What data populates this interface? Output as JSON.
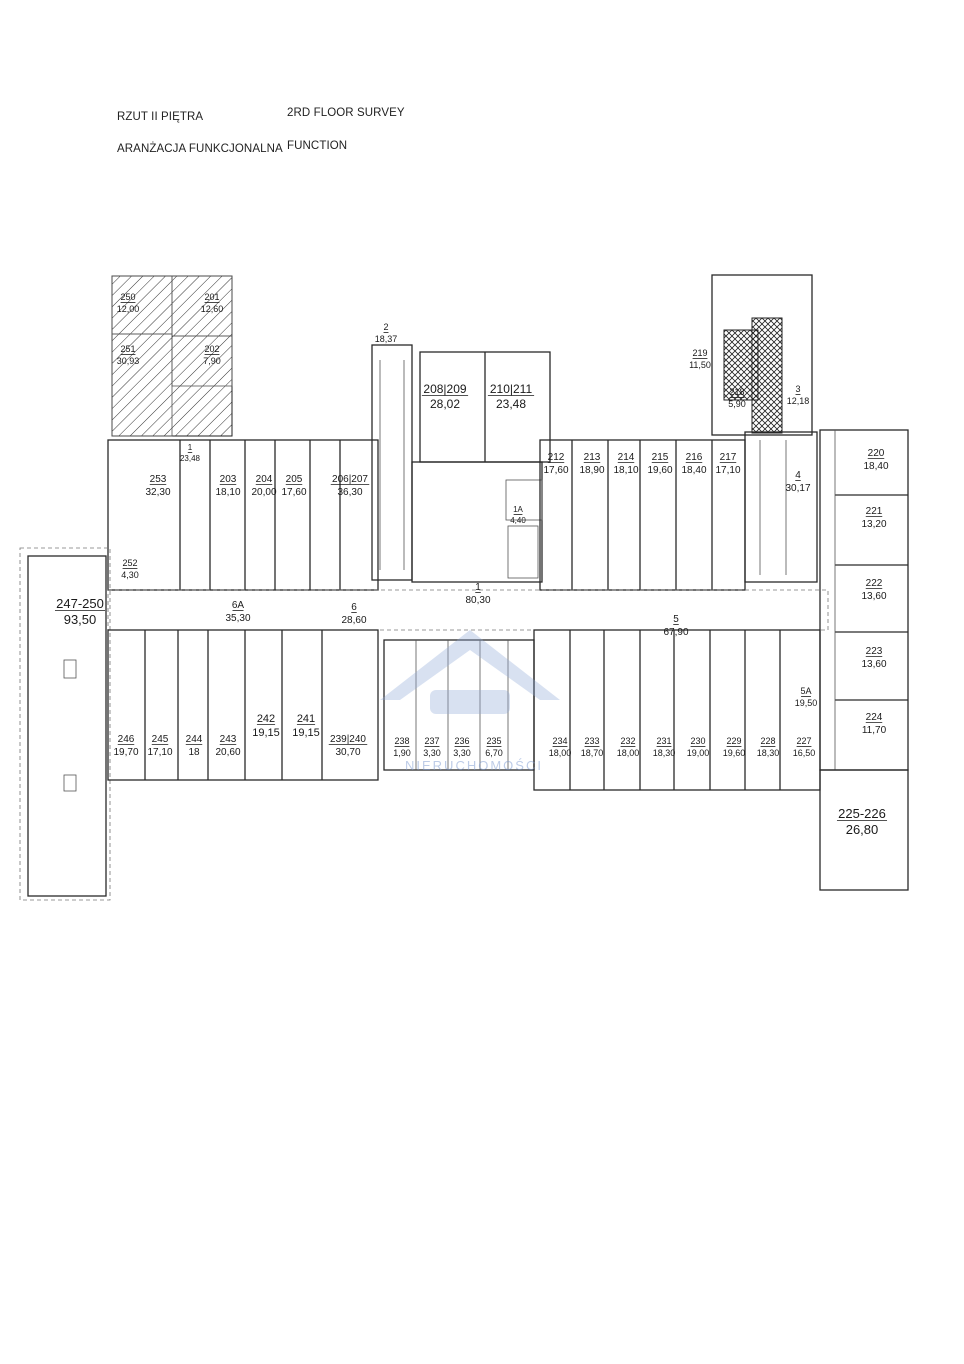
{
  "header": {
    "title_pl": "RZUT II PIĘTRA",
    "title_en": "2RD FLOOR SURVEY",
    "subtitle_pl": "ARANŻACJA FUNKCJONALNA",
    "subtitle_en": "FUNCTION"
  },
  "watermark": {
    "text": "NIERUCHOMOŚCI",
    "color": "#8fa9d6"
  },
  "rooms": [
    {
      "number": "250",
      "area": "12,00"
    },
    {
      "number": "201",
      "area": "12,60"
    },
    {
      "number": "251",
      "area": "30,93"
    },
    {
      "number": "202",
      "area": "7,90"
    },
    {
      "number": "2",
      "area": "18,37"
    },
    {
      "number": "208|209",
      "area": "28,02"
    },
    {
      "number": "210|211",
      "area": "23,48"
    },
    {
      "number": "219",
      "area": "11,50"
    },
    {
      "number": "218",
      "area": "5,90"
    },
    {
      "number": "3",
      "area": "12,18"
    },
    {
      "number": "1",
      "area": "23,48"
    },
    {
      "number": "253",
      "area": "32,30"
    },
    {
      "number": "203",
      "area": "18,10"
    },
    {
      "number": "204",
      "area": "20,00"
    },
    {
      "number": "205",
      "area": "17,60"
    },
    {
      "number": "206|207",
      "area": "36,30"
    },
    {
      "number": "212",
      "area": "17,60"
    },
    {
      "number": "213",
      "area": "18,90"
    },
    {
      "number": "214",
      "area": "18,10"
    },
    {
      "number": "215",
      "area": "19,60"
    },
    {
      "number": "216",
      "area": "18,40"
    },
    {
      "number": "217",
      "area": "17,10"
    },
    {
      "number": "4",
      "area": "30,17"
    },
    {
      "number": "220",
      "area": "18,40"
    },
    {
      "number": "221",
      "area": "13,20"
    },
    {
      "number": "222",
      "area": "13,60"
    },
    {
      "number": "223",
      "area": "13,60"
    },
    {
      "number": "224",
      "area": "11,70"
    },
    {
      "number": "1A",
      "area": "4,40"
    },
    {
      "number": "252",
      "area": "4,30"
    },
    {
      "number": "247-250",
      "area": "93,50"
    },
    {
      "number": "6A",
      "area": "35,30"
    },
    {
      "number": "6",
      "area": "28,60"
    },
    {
      "number": "1",
      "area": "80,30"
    },
    {
      "number": "5",
      "area": "67,90"
    },
    {
      "number": "5A",
      "area": "19,50"
    },
    {
      "number": "246",
      "area": "19,70"
    },
    {
      "number": "245",
      "area": "17,10"
    },
    {
      "number": "244",
      "area": "18"
    },
    {
      "number": "243",
      "area": "20,60"
    },
    {
      "number": "242",
      "area": "19,15"
    },
    {
      "number": "241",
      "area": "19,15"
    },
    {
      "number": "239|240",
      "area": "30,70"
    },
    {
      "number": "238",
      "area": "1,90"
    },
    {
      "number": "237",
      "area": "3,30"
    },
    {
      "number": "236",
      "area": "3,30"
    },
    {
      "number": "235",
      "area": "6,70"
    },
    {
      "number": "234",
      "area": "18,00"
    },
    {
      "number": "233",
      "area": "18,70"
    },
    {
      "number": "232",
      "area": "18,00"
    },
    {
      "number": "231",
      "area": "18,30"
    },
    {
      "number": "230",
      "area": "19,00"
    },
    {
      "number": "229",
      "area": "19,60"
    },
    {
      "number": "228",
      "area": "18,30"
    },
    {
      "number": "227",
      "area": "16,50"
    },
    {
      "number": "225-226",
      "area": "26,80"
    }
  ]
}
